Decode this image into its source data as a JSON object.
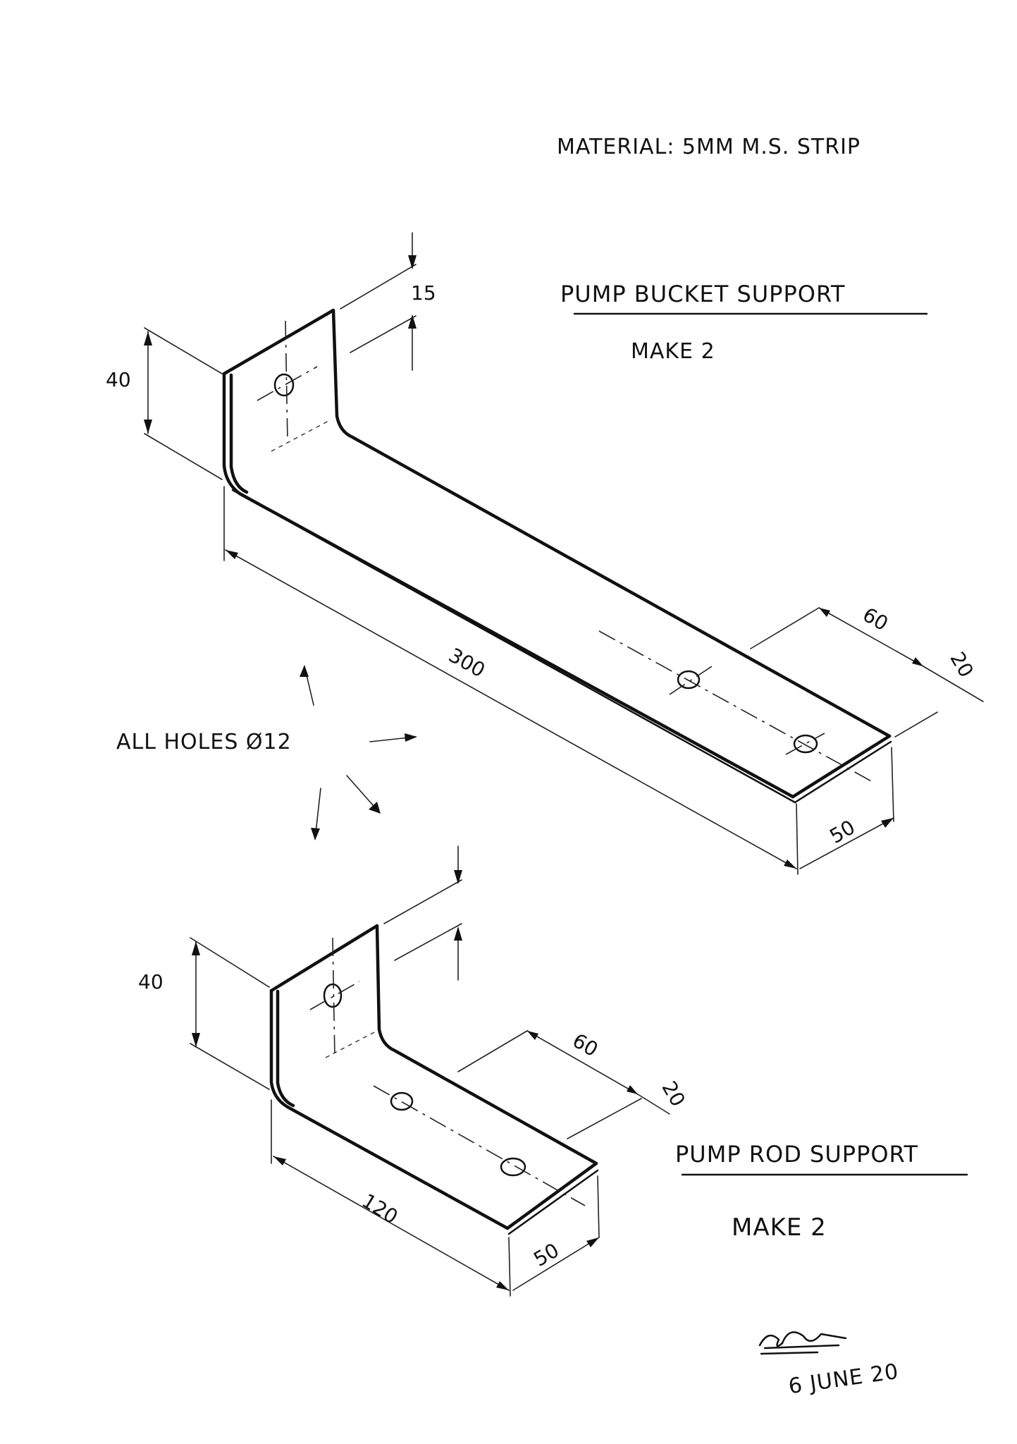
{
  "header": {
    "material_note": "MATERIAL: 5MM M.S. STRIP"
  },
  "part1": {
    "title": "PUMP BUCKET SUPPORT",
    "quantity": "MAKE 2",
    "dims": {
      "tab_width": "15",
      "height": "40",
      "length": "300",
      "hole_spacing": "60",
      "edge_offset": "20",
      "width": "50"
    }
  },
  "part2": {
    "title": "PUMP ROD SUPPORT",
    "quantity": "MAKE 2",
    "dims": {
      "height": "40",
      "length": "120",
      "hole_spacing": "60",
      "edge_offset": "20",
      "width": "50"
    }
  },
  "notes": {
    "holes": "ALL HOLES Ø12"
  },
  "signature": {
    "date": "6 JUNE 20"
  }
}
